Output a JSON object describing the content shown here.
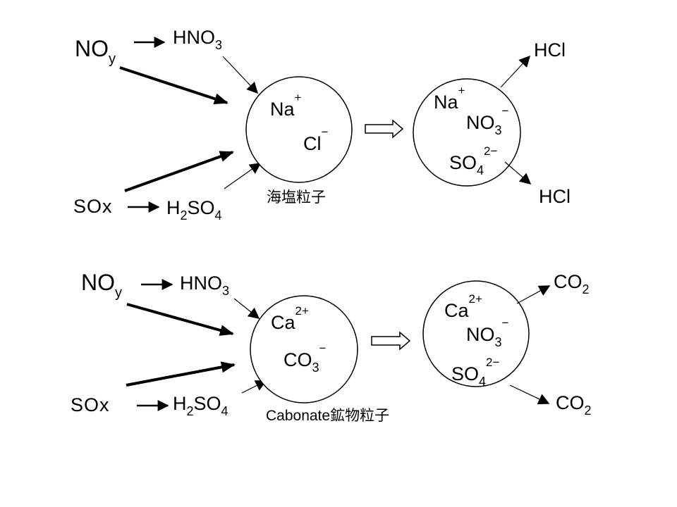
{
  "sea_salt_panel": {
    "noy": {
      "main": "NO",
      "sub": "y"
    },
    "hno3": {
      "main": "HNO",
      "sub": "3"
    },
    "sox": "SOx",
    "h2so4": {
      "a": "H",
      "s1": "2",
      "b": "SO",
      "s2": "4"
    },
    "particle_before": {
      "cation": {
        "main": "Na",
        "sup": "+"
      },
      "anion": {
        "main": "Cl",
        "sup": "−"
      },
      "caption": "海塩粒子"
    },
    "particle_after": {
      "cation": {
        "main": "Na",
        "sup": "+"
      },
      "nitrate": {
        "main": "NO",
        "sub": "3",
        "sup": "−"
      },
      "sulfate": {
        "main": "SO",
        "sub": "4",
        "sup": "2−"
      }
    },
    "product_top": "HCl",
    "product_bottom": "HCl"
  },
  "carbonate_panel": {
    "noy": {
      "main": "NO",
      "sub": "y"
    },
    "hno3": {
      "main": "HNO",
      "sub": "3"
    },
    "sox": "SOx",
    "h2so4": {
      "a": "H",
      "s1": "2",
      "b": "SO",
      "s2": "4"
    },
    "particle_before": {
      "cation": {
        "main": "Ca",
        "sup": "2+"
      },
      "anion": {
        "main": "CO",
        "sub": "3",
        "sup": "−"
      },
      "caption": "Cabonate鉱物粒子"
    },
    "particle_after": {
      "cation": {
        "main": "Ca",
        "sup": "2+"
      },
      "nitrate": {
        "main": "NO",
        "sub": "3",
        "sup": "−"
      },
      "sulfate": {
        "main": "SO",
        "sub": "4",
        "sup": "2−"
      }
    },
    "product_top": {
      "main": "CO",
      "sub": "2"
    },
    "product_bottom": {
      "main": "CO",
      "sub": "2"
    }
  }
}
